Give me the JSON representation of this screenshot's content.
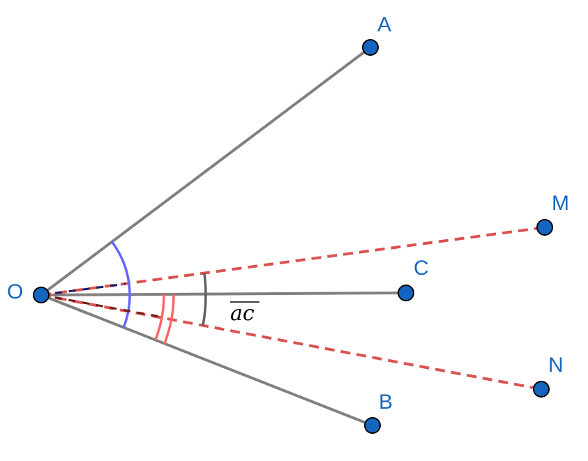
{
  "points": [
    {
      "id": "O",
      "label": "O"
    },
    {
      "id": "A",
      "label": "A"
    },
    {
      "id": "M",
      "label": "M"
    },
    {
      "id": "C",
      "label": "C"
    },
    {
      "id": "N",
      "label": "N"
    },
    {
      "id": "B",
      "label": "B"
    }
  ],
  "angle_label": "ac",
  "colors": {
    "segment": "#808080",
    "ray_dashed": "#d9534f",
    "point_fill": "#1565c0",
    "blue_arc": "#6666ff",
    "red_arc": "#ff6666",
    "gray_arc": "#606060"
  }
}
